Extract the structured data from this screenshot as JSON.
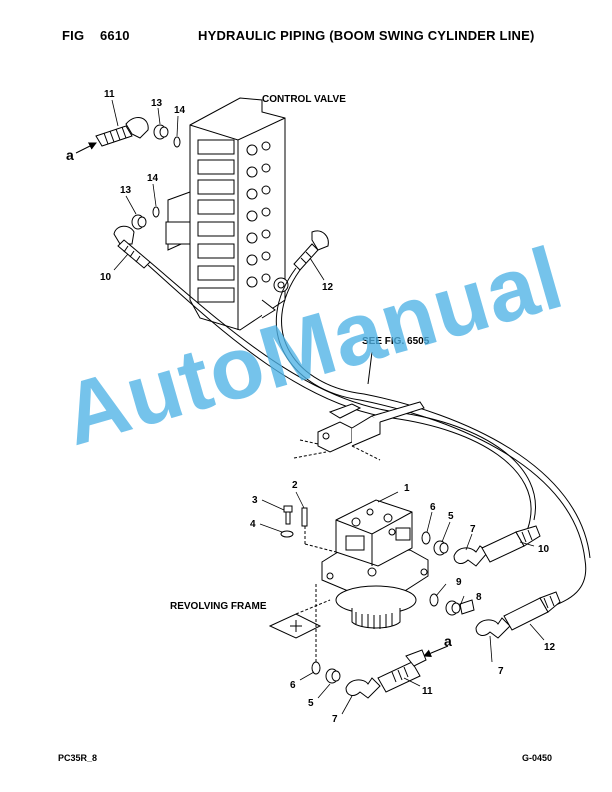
{
  "header": {
    "fig_label": "FIG",
    "fig_number": "6610",
    "title": "HYDRAULIC PIPING (BOOM SWING CYLINDER LINE)"
  },
  "footer": {
    "model": "PC35R_8",
    "code": "G-0450"
  },
  "watermark": "AutoManual",
  "watermark_color": "#4fb3e6",
  "labels": {
    "control_valve": "CONTROL VALVE",
    "see_fig": "SEE FIG. 6505",
    "revolving_frame": "REVOLVING FRAME",
    "arrow_a": "a"
  },
  "callouts": {
    "c11_top": "11",
    "c13_top": "13",
    "c14_top": "14",
    "c13_mid": "13",
    "c14_mid": "14",
    "c10_left": "10",
    "c12_right": "12",
    "c1": "1",
    "c2": "2",
    "c3": "3",
    "c4": "4",
    "c5_up": "5",
    "c6_up": "6",
    "c7_up": "7",
    "c10_low": "10",
    "c8": "8",
    "c9": "9",
    "c7_mid": "7",
    "c12_low": "12",
    "c6_low": "6",
    "c5_low": "5",
    "c7_low": "7",
    "c11_low": "11"
  }
}
